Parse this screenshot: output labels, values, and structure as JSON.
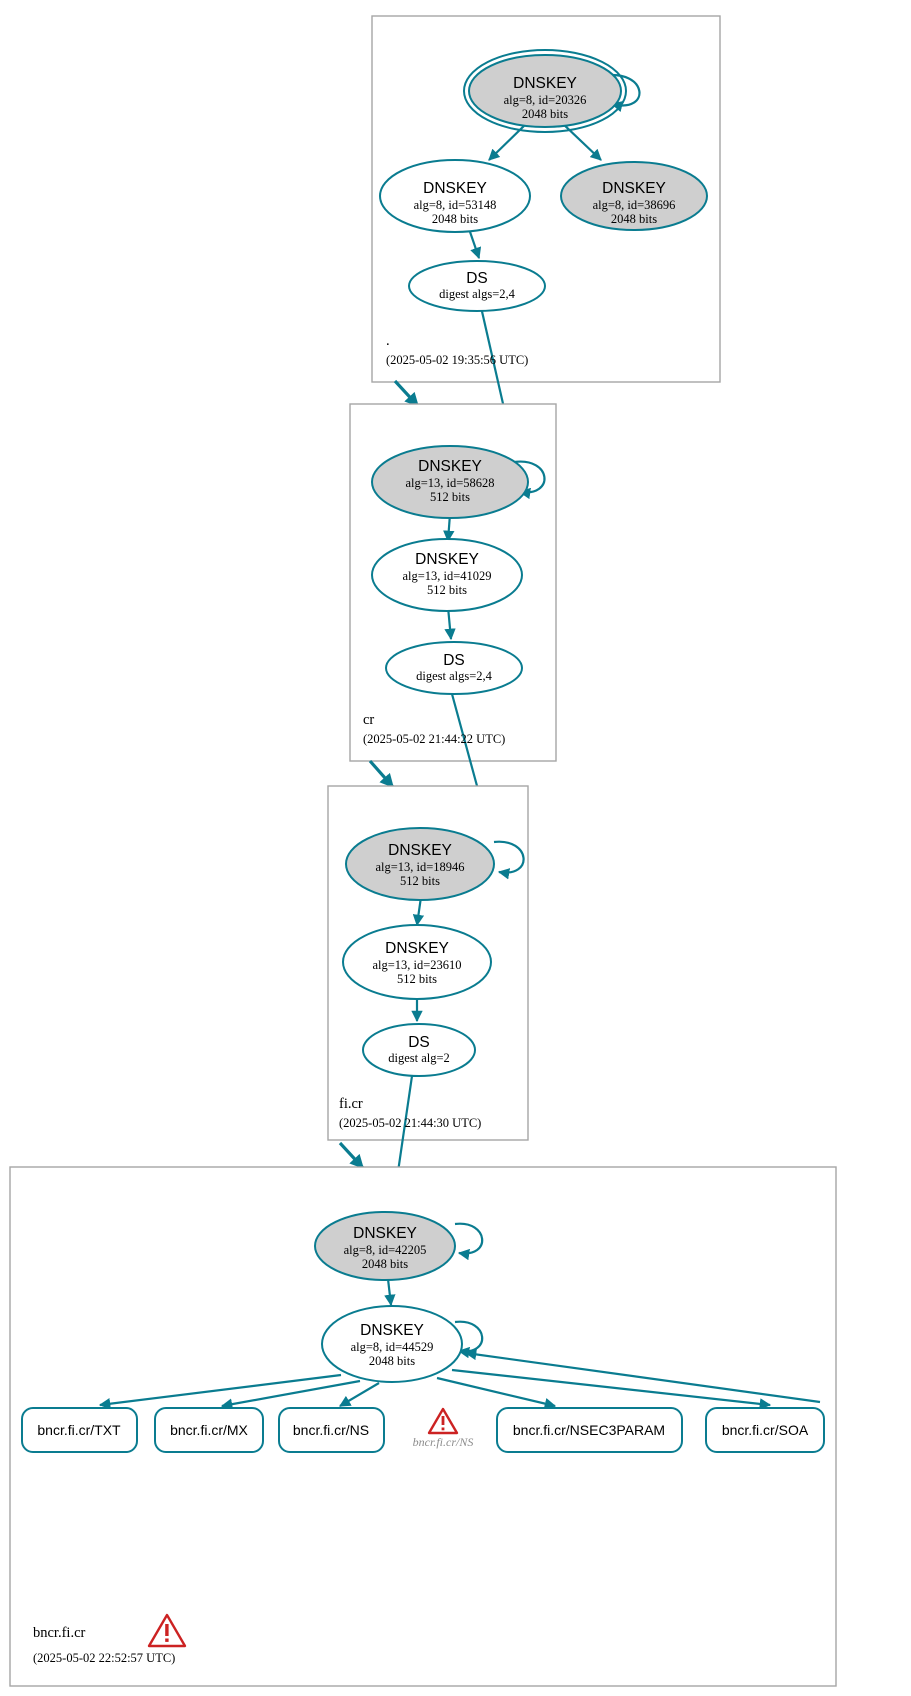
{
  "diagram": {
    "kind": "dnssec-authentication-chain",
    "colors": {
      "node_stroke": "#0a7c90",
      "node_fill_secure": "#cfcfcf",
      "node_fill_plain": "#ffffff",
      "zone_border": "#a6a6a6",
      "warning": "#cc2222",
      "ghost_text": "#8c8c8c"
    },
    "zones": [
      {
        "id": "root",
        "label": ".",
        "timestamp": "(2025-05-02 19:35:56 UTC)",
        "nodes": [
          {
            "id": "root-ksk",
            "type": "DNSKEY",
            "title": "DNSKEY",
            "line2": "alg=8, id=20326",
            "line3": "2048 bits",
            "shaded": true,
            "trust_anchor": true
          },
          {
            "id": "root-zsk",
            "type": "DNSKEY",
            "title": "DNSKEY",
            "line2": "alg=8, id=53148",
            "line3": "2048 bits",
            "shaded": false,
            "trust_anchor": false
          },
          {
            "id": "root-other",
            "type": "DNSKEY",
            "title": "DNSKEY",
            "line2": "alg=8, id=38696",
            "line3": "2048 bits",
            "shaded": true,
            "trust_anchor": false
          },
          {
            "id": "root-ds",
            "type": "DS",
            "title": "DS",
            "line2": "digest algs=2,4",
            "line3": "",
            "shaded": false,
            "trust_anchor": false
          }
        ]
      },
      {
        "id": "cr",
        "label": "cr",
        "timestamp": "(2025-05-02 21:44:22 UTC)",
        "nodes": [
          {
            "id": "cr-ksk",
            "type": "DNSKEY",
            "title": "DNSKEY",
            "line2": "alg=13, id=58628",
            "line3": "512 bits",
            "shaded": true,
            "trust_anchor": false
          },
          {
            "id": "cr-zsk",
            "type": "DNSKEY",
            "title": "DNSKEY",
            "line2": "alg=13, id=41029",
            "line3": "512 bits",
            "shaded": false,
            "trust_anchor": false
          },
          {
            "id": "cr-ds",
            "type": "DS",
            "title": "DS",
            "line2": "digest algs=2,4",
            "line3": "",
            "shaded": false,
            "trust_anchor": false
          }
        ]
      },
      {
        "id": "ficr",
        "label": "fi.cr",
        "timestamp": "(2025-05-02 21:44:30 UTC)",
        "nodes": [
          {
            "id": "ficr-ksk",
            "type": "DNSKEY",
            "title": "DNSKEY",
            "line2": "alg=13, id=18946",
            "line3": "512 bits",
            "shaded": true,
            "trust_anchor": false
          },
          {
            "id": "ficr-zsk",
            "type": "DNSKEY",
            "title": "DNSKEY",
            "line2": "alg=13, id=23610",
            "line3": "512 bits",
            "shaded": false,
            "trust_anchor": false
          },
          {
            "id": "ficr-ds",
            "type": "DS",
            "title": "DS",
            "line2": "digest alg=2",
            "line3": "",
            "shaded": false,
            "trust_anchor": false
          }
        ]
      },
      {
        "id": "bncrficr",
        "label": "bncr.fi.cr",
        "timestamp": "(2025-05-02 22:52:57 UTC)",
        "has_warning": true,
        "nodes": [
          {
            "id": "bncr-ksk",
            "type": "DNSKEY",
            "title": "DNSKEY",
            "line2": "alg=8, id=42205",
            "line3": "2048 bits",
            "shaded": true,
            "trust_anchor": false
          },
          {
            "id": "bncr-zsk",
            "type": "DNSKEY",
            "title": "DNSKEY",
            "line2": "alg=8, id=44529",
            "line3": "2048 bits",
            "shaded": false,
            "trust_anchor": false
          }
        ],
        "rrsets": [
          {
            "id": "rr-txt",
            "label": "bncr.fi.cr/TXT",
            "style": "box"
          },
          {
            "id": "rr-mx",
            "label": "bncr.fi.cr/MX",
            "style": "box"
          },
          {
            "id": "rr-ns",
            "label": "bncr.fi.cr/NS",
            "style": "box"
          },
          {
            "id": "rr-ns-error",
            "label": "bncr.fi.cr/NS",
            "style": "ghost-warning"
          },
          {
            "id": "rr-nsec3param",
            "label": "bncr.fi.cr/NSEC3PARAM",
            "style": "box"
          },
          {
            "id": "rr-soa",
            "label": "bncr.fi.cr/SOA",
            "style": "box"
          }
        ]
      }
    ]
  }
}
